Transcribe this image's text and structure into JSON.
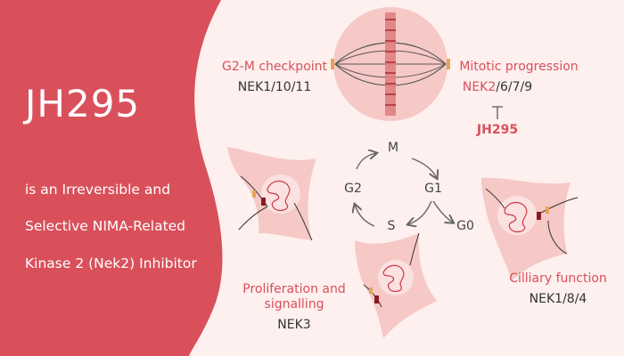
{
  "left_panel": {
    "title": "JH295",
    "subtitle_lines": [
      "is an Irreversible and",
      "Selective NIMA-Related",
      "Kinase 2 (Nek2) Inhibitor"
    ]
  },
  "annotations": {
    "g2m_title": "G2-M checkpoint",
    "g2m_nek": "NEK1/10/11",
    "mitotic_title": "Mitotic progression",
    "mitotic_nek_highlight": "NEK2",
    "mitotic_nek_rest": "/6/7/9",
    "inhibitor": "JH295",
    "proliferation_line1": "Proliferation and",
    "proliferation_line2": "signalling",
    "proliferation_nek": "NEK3",
    "ciliary_title": "Cilliary function",
    "ciliary_nek": "NEK1/8/4"
  },
  "cell_cycle": {
    "phases": [
      "M",
      "G1",
      "S",
      "G2"
    ],
    "exit_phase": "G0"
  },
  "colors": {
    "panel": "#d9505b",
    "background": "#fdf0ee",
    "cell_fill": "#f6c9c6",
    "accent": "#d9505b",
    "text": "#333333"
  }
}
